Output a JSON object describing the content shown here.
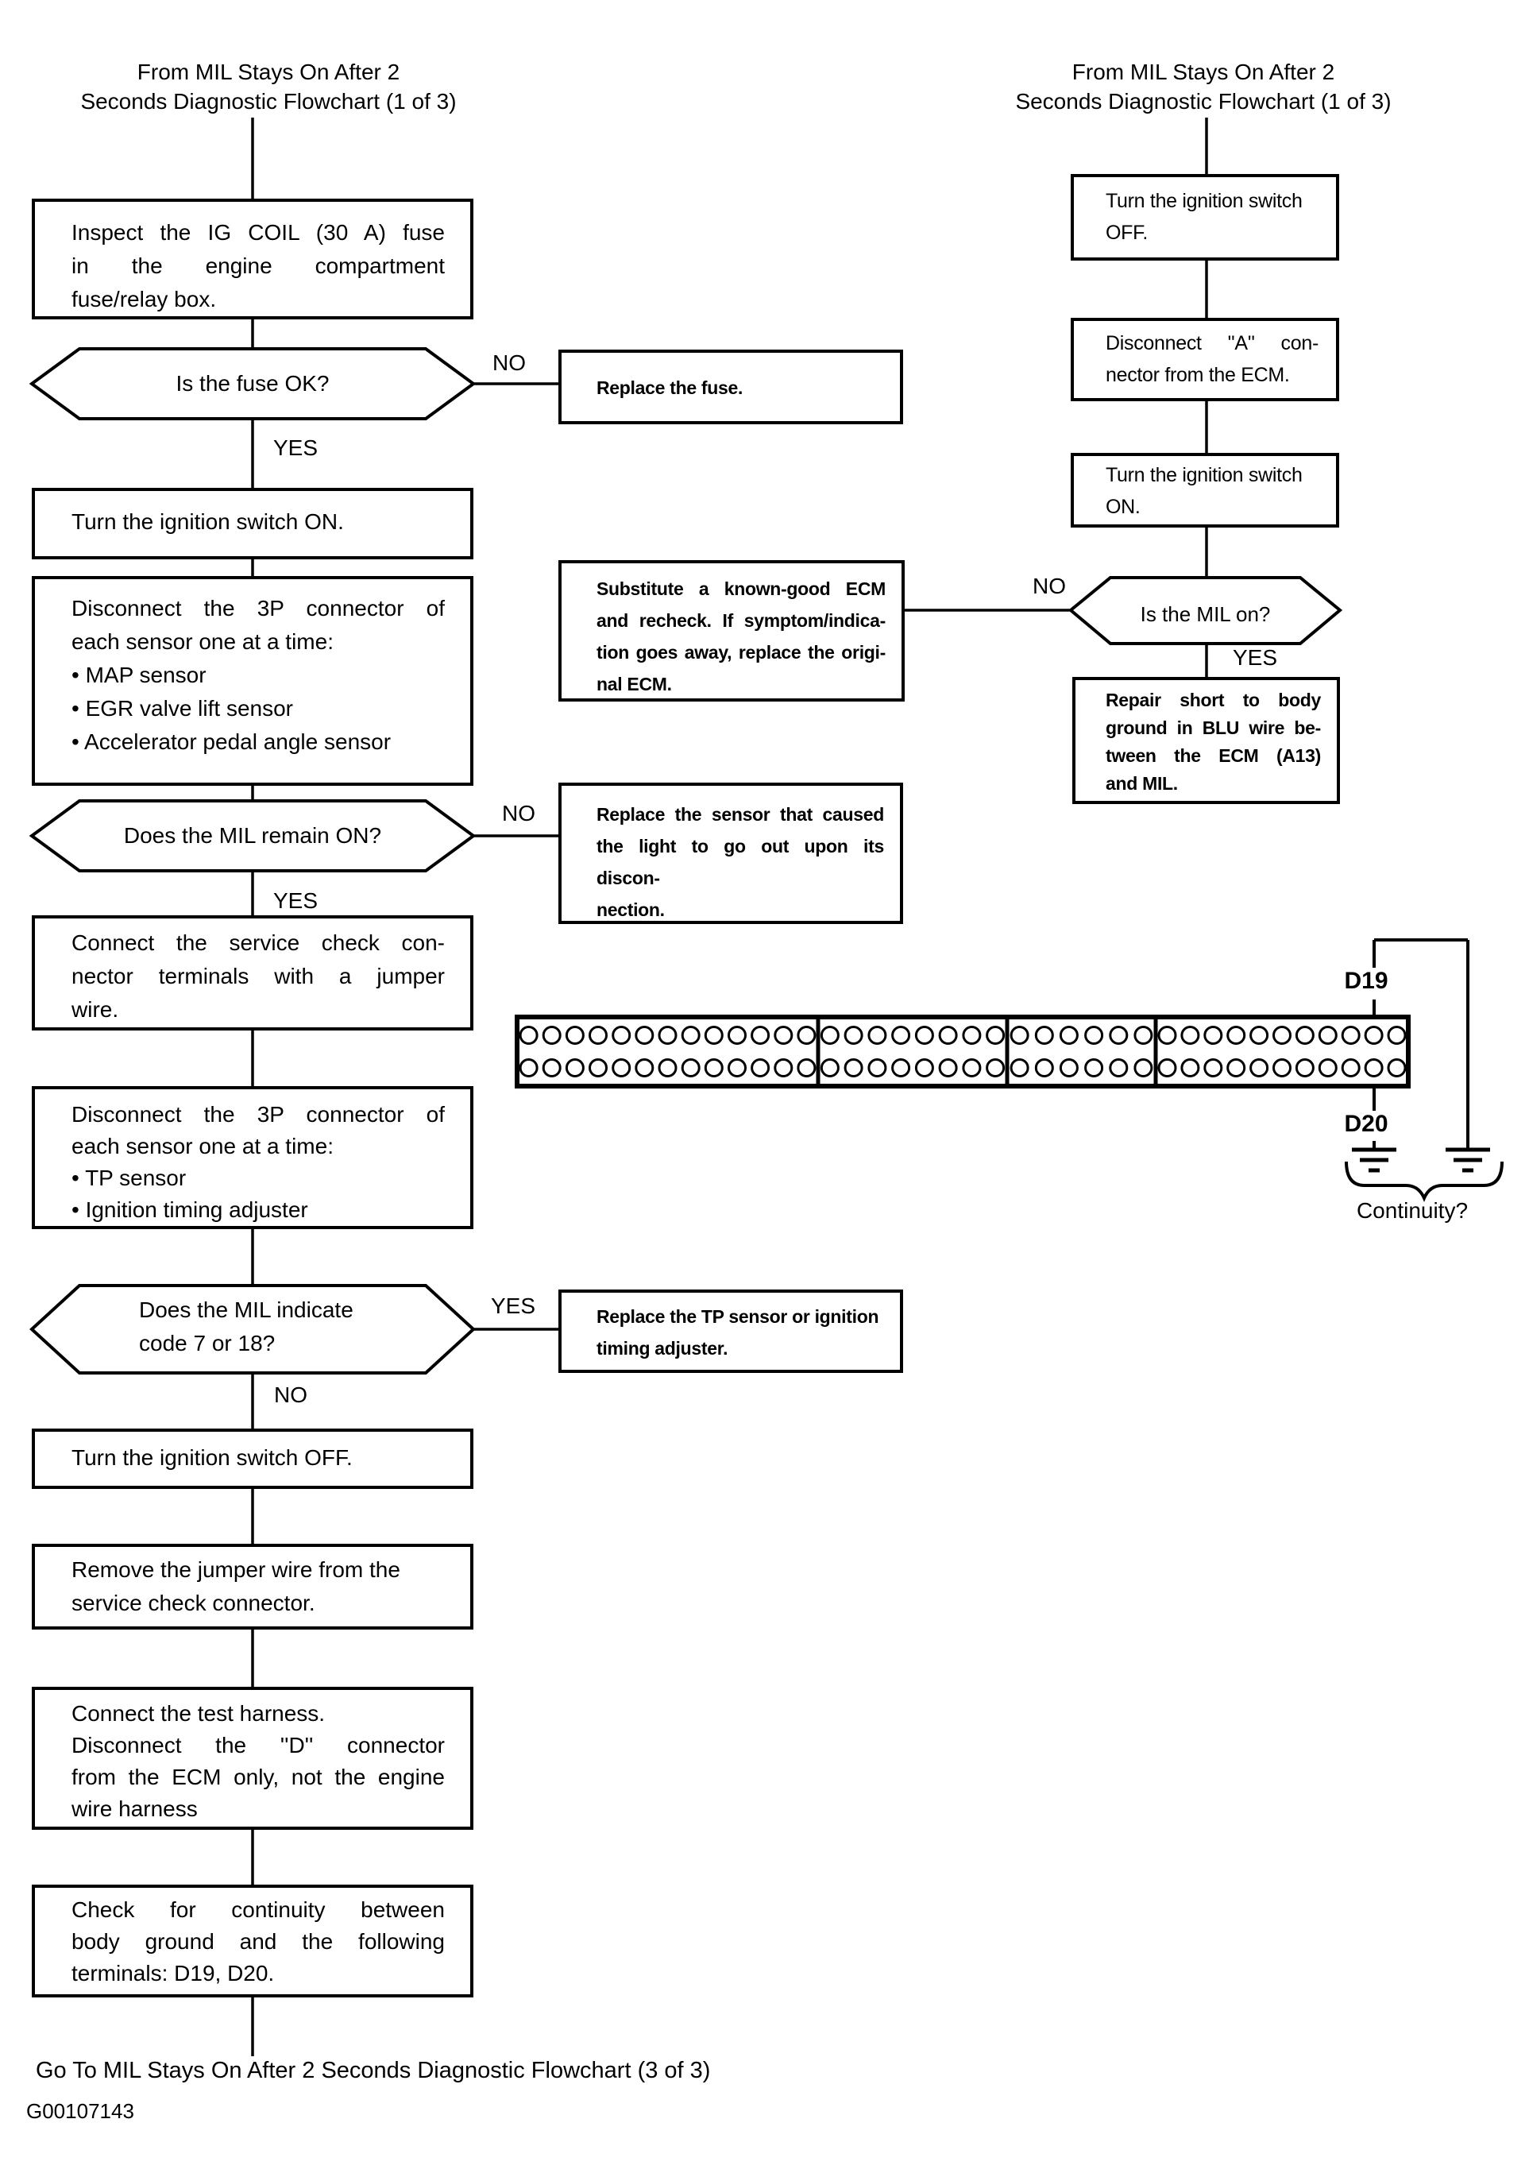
{
  "headers": {
    "from_chart_line1": "From MIL Stays On After 2",
    "from_chart_line2": "Seconds Diagnostic Flowchart (1 of 3)"
  },
  "labels": {
    "yes": "YES",
    "no": "NO"
  },
  "flow": {
    "box_inspect_fuse": {
      "lines": [
        "Inspect the IG COIL (30 A) fuse",
        "in the engine compartment",
        "fuse/relay box."
      ]
    },
    "dec_is_fuse_ok": {
      "text": "Is the fuse OK?"
    },
    "box_replace_fuse": {
      "lines": [
        "Replace the fuse."
      ]
    },
    "box_ignition_on": {
      "lines": [
        "Turn the ignition switch ON."
      ]
    },
    "box_disconnect_3p_map": {
      "lines": [
        "Disconnect the 3P connector of",
        "each sensor one at a time:",
        "• MAP sensor",
        "• EGR valve lift sensor",
        "• Accelerator pedal angle sensor"
      ]
    },
    "dec_mil_remain_on": {
      "text": "Does the MIL remain ON?"
    },
    "box_replace_sensor": {
      "lines": [
        "Replace the sensor that caused",
        "the light to go out upon its discon-",
        "nection."
      ]
    },
    "box_jumper_connect": {
      "lines": [
        "Connect the service check con-",
        "nector terminals with a jumper",
        "wire."
      ]
    },
    "box_disconnect_3p_tp": {
      "lines": [
        "Disconnect the 3P connector of",
        "each sensor one at a time:",
        "• TP sensor",
        "• Ignition timing adjuster"
      ]
    },
    "dec_mil_code": {
      "lines": [
        "Does the MIL indicate",
        "code 7 or 18?"
      ]
    },
    "box_replace_tp": {
      "lines": [
        "Replace the TP sensor or ignition",
        "timing adjuster."
      ]
    },
    "box_ignition_off2": {
      "lines": [
        "Turn the ignition switch OFF."
      ]
    },
    "box_remove_jumper": {
      "lines": [
        "Remove the jumper wire from the",
        "service check connector."
      ]
    },
    "box_test_harness": {
      "lines": [
        "Connect the test harness.",
        "Disconnect the ''D'' connector",
        "from the ECM only, not the engine",
        "wire harness"
      ]
    },
    "box_check_continuity": {
      "lines": [
        "Check for continuity between",
        "body ground and the following",
        "terminals: D19, D20."
      ]
    },
    "box_ignition_off_r": {
      "lines": [
        "Turn the ignition switch",
        "OFF."
      ]
    },
    "box_disconnect_a": {
      "lines": [
        "Disconnect ''A'' con-",
        "nector from the ECM."
      ]
    },
    "box_ignition_on_r": {
      "lines": [
        "Turn the ignition switch",
        "ON."
      ]
    },
    "dec_is_mil_on": {
      "text": "Is the MIL on?"
    },
    "box_substitute_ecm": {
      "lines": [
        "Substitute a known-good ECM",
        "and recheck. If symptom/indica-",
        "tion goes away, replace the origi-",
        "nal ECM."
      ]
    },
    "box_repair_short": {
      "lines": [
        "Repair short to body",
        "ground in BLU wire be-",
        "tween the ECM (A13)",
        "and MIL."
      ]
    }
  },
  "connector": {
    "label_d19": "D19",
    "label_d20": "D20",
    "continuity_label": "Continuity?",
    "sections": [
      13,
      8,
      6,
      11
    ],
    "rows": 2
  },
  "footer": {
    "goto": "Go To MIL Stays On After 2 Seconds Diagnostic Flowchart (3 of 3)",
    "figure_id": "G00107143"
  },
  "colors": {
    "ink": "#000000",
    "paper": "#ffffff"
  }
}
